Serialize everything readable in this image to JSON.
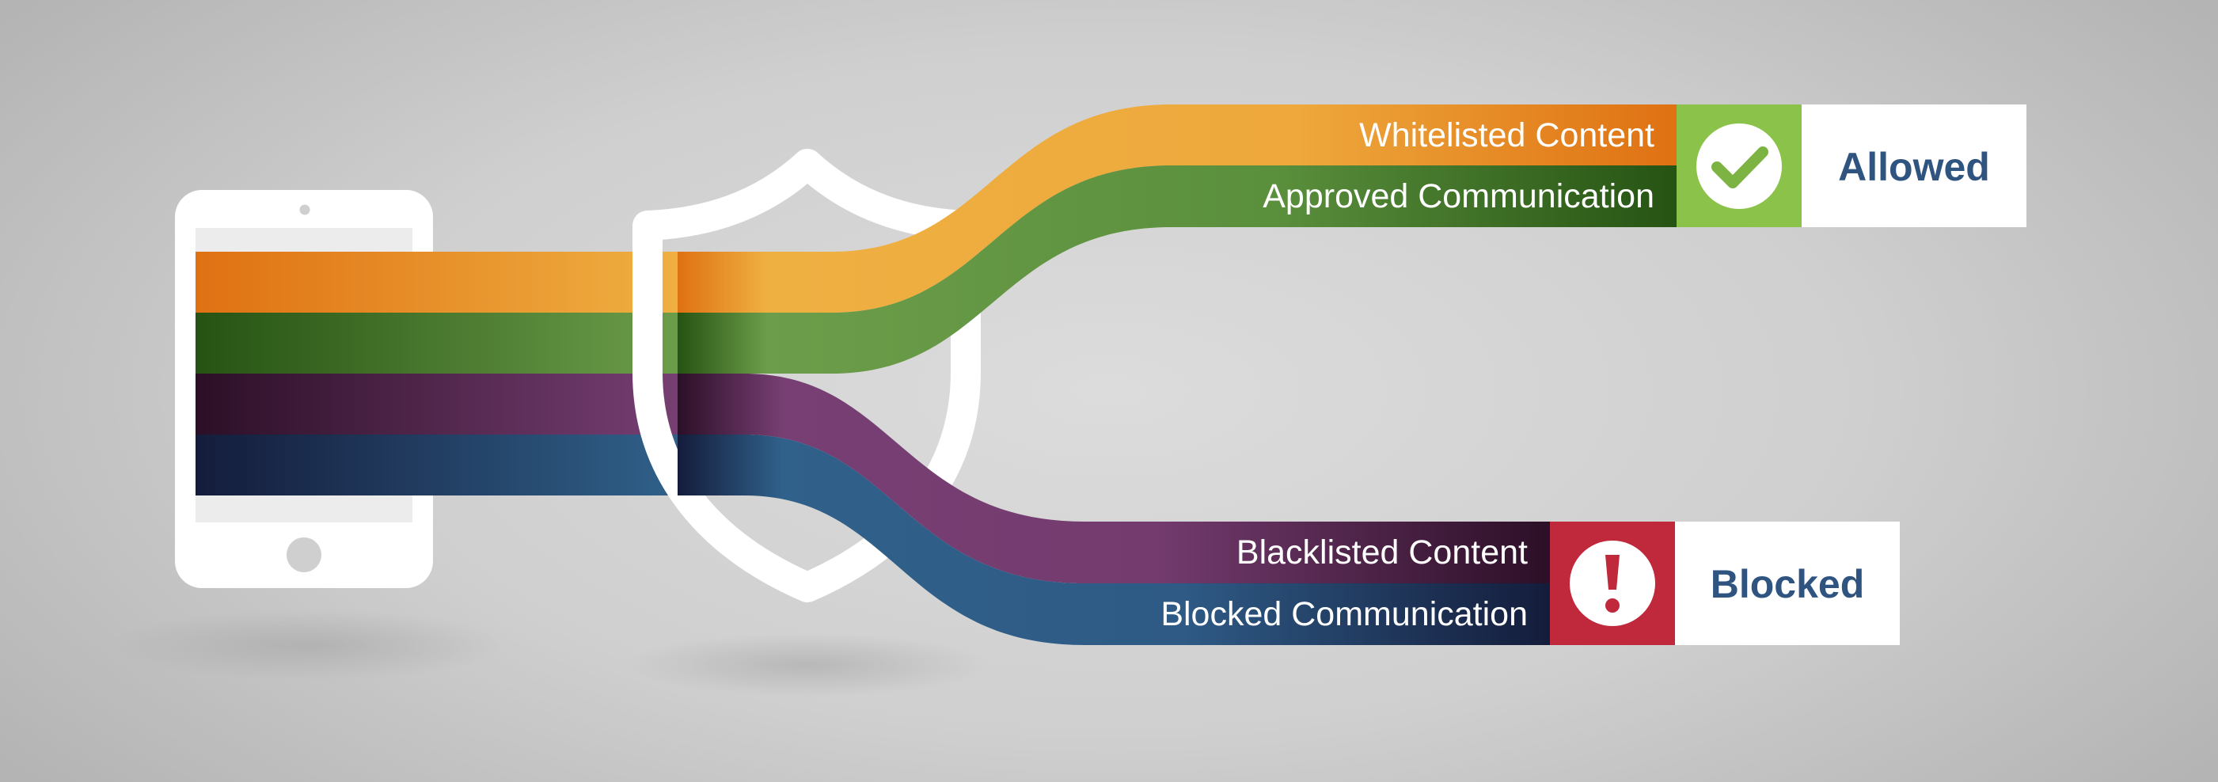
{
  "diagram": {
    "streams": [
      {
        "id": "whitelisted",
        "label": "Whitelisted Content",
        "color_dark": "#df7113",
        "color_light": "#efb042",
        "route": "allowed"
      },
      {
        "id": "approved",
        "label": "Approved Communication",
        "color_dark": "#265313",
        "color_light": "#6c9d4a",
        "route": "allowed"
      },
      {
        "id": "blacklisted",
        "label": "Blacklisted Content",
        "color_dark": "#2c0f27",
        "color_light": "#773f73",
        "route": "blocked"
      },
      {
        "id": "blocked",
        "label": "Blocked Communication",
        "color_dark": "#141c3b",
        "color_light": "#30618a",
        "route": "blocked"
      }
    ],
    "allowed": {
      "label": "Allowed",
      "icon": "checkmark-icon",
      "badge_color": "#8bc34a",
      "text_color": "#2f5480"
    },
    "blocked": {
      "label": "Blocked",
      "icon": "exclamation-icon",
      "badge_color": "#c0293c",
      "text_color": "#2f5480"
    },
    "device_icon": "smartphone-icon",
    "filter_icon": "shield-icon"
  }
}
